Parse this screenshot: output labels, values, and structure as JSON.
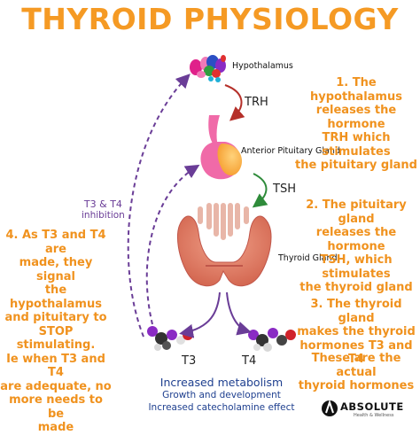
{
  "title": "THYROID PHYSIOLOGY",
  "labels": {
    "hypothalamus": "Hypothalamus",
    "anterior_pituitary": "Anterior Pituitary Gland",
    "thyroid_gland": "Thyroid Gland"
  },
  "hormones": {
    "trh": "TRH",
    "tsh": "TSH",
    "t3": "T3",
    "t4": "T4"
  },
  "inhibition": {
    "line1": "T3 & T4",
    "line2": "inhibition"
  },
  "steps": {
    "step1": [
      "1. The hypothalamus",
      "releases the hormone",
      "TRH which stimulates",
      "the pituitary gland"
    ],
    "step2": [
      "2. The pituitary gland",
      "releases the hormone",
      "TSH, which stimulates",
      "the thyroid gland"
    ],
    "step3": [
      "3. The thyroid gland",
      "makes the thyroid",
      "hormones T3 and T4"
    ],
    "step3b": [
      "These are the actual",
      "thyroid hormones"
    ],
    "step4": [
      "4.   As T3 and T4 are",
      "made, they signal",
      "the hypothalamus",
      "and pituitary to",
      "STOP stimulating.",
      "Ie when T3 and T4",
      "are adequate, no",
      "more needs to be",
      "made"
    ]
  },
  "effects": {
    "heading": "Increased metabolism",
    "line2": "Growth and development",
    "line3": "Increased catecholamine effect"
  },
  "logo": {
    "name": "ABSOLUTE",
    "tagline": "Health & Wellness"
  },
  "colors": {
    "title": "#f59a24",
    "orange_text": "#f0921e",
    "purple": "#6a3d97",
    "blue_text": "#1e3f8f",
    "trh_arrow": "#b5302a",
    "tsh_arrow": "#2e8b3a",
    "pituitary_pink": "#f06aa8",
    "pituitary_orange": "#f9a23c",
    "thyroid": "#e2785c"
  }
}
